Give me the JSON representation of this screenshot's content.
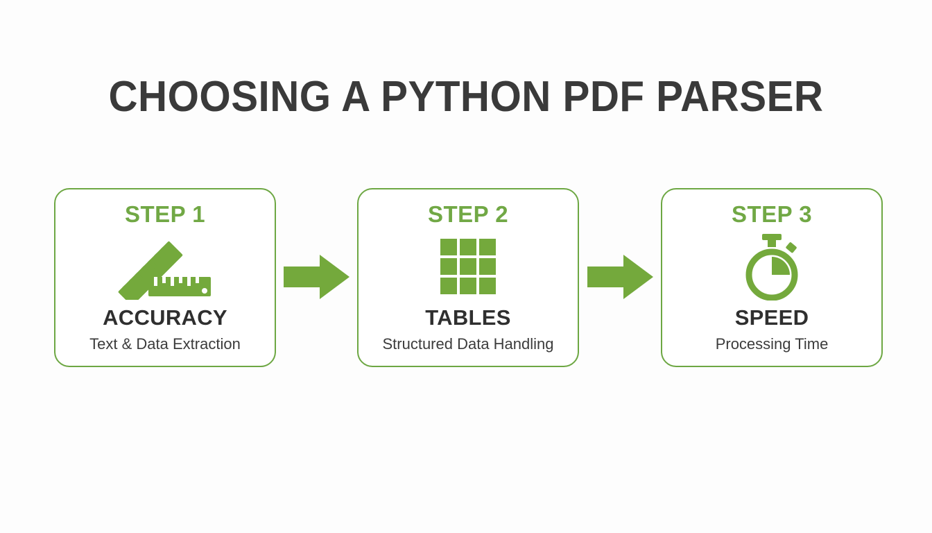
{
  "slide": {
    "title": "CHOOSING A PYTHON PDF PARSER",
    "background_color": "#fdfdfd",
    "accent_color": "#74a93c",
    "border_color": "#6da743",
    "title_color": "#3a3a3a",
    "step_label_color": "#71a845",
    "heading_color": "#2f2f2f",
    "subtext_color": "#3c3c3c"
  },
  "steps": [
    {
      "step_label": "STEP 1",
      "icon": "ruler-icon",
      "title": "ACCURACY",
      "subtitle": "Text & Data Extraction"
    },
    {
      "step_label": "STEP 2",
      "icon": "grid-table-icon",
      "title": "TABLES",
      "subtitle": "Structured Data Handling"
    },
    {
      "step_label": "STEP 3",
      "icon": "stopwatch-icon",
      "title": "SPEED",
      "subtitle": "Processing Time"
    }
  ],
  "arrows": [
    {
      "icon": "arrow-right-icon"
    },
    {
      "icon": "arrow-right-icon"
    }
  ]
}
